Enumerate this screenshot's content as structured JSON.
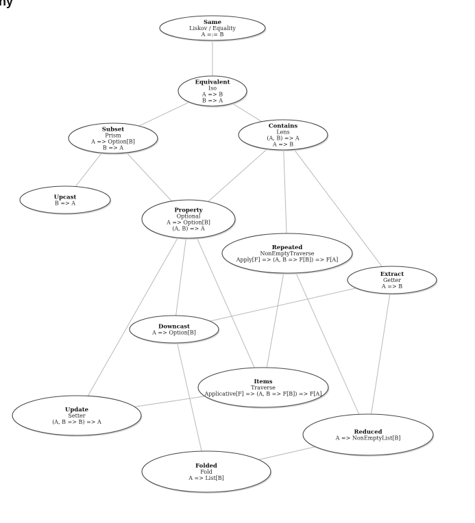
{
  "corner_fragment": "ny",
  "nodes": [
    {
      "id": "same",
      "title": "Same",
      "lines": [
        "Liskov / Equality",
        "A =:= B"
      ]
    },
    {
      "id": "equivalent",
      "title": "Equivalent",
      "lines": [
        "Iso",
        "A => B",
        "B => A"
      ]
    },
    {
      "id": "subset",
      "title": "Subset",
      "lines": [
        "Prism",
        "A => Option[B]",
        "B => A"
      ]
    },
    {
      "id": "contains",
      "title": "Contains",
      "lines": [
        "Lens",
        "(A, B) => A",
        "A => B"
      ]
    },
    {
      "id": "upcast",
      "title": "Upcast",
      "lines": [
        "B => A"
      ]
    },
    {
      "id": "property",
      "title": "Property",
      "lines": [
        "Optional",
        "A => Option[B]",
        "(A, B) => A"
      ]
    },
    {
      "id": "repeated",
      "title": "Repeated",
      "lines": [
        "NonEmptyTraverse",
        "Apply[F] => (A, B => F[B]) => F[A]"
      ]
    },
    {
      "id": "extract",
      "title": "Extract",
      "lines": [
        "Getter",
        "A => B"
      ]
    },
    {
      "id": "downcast",
      "title": "Downcast",
      "lines": [
        "A => Option[B]"
      ]
    },
    {
      "id": "items",
      "title": "Items",
      "lines": [
        "Traverse",
        "Applicative[F] => (A, B => F[B]) => F[A]"
      ]
    },
    {
      "id": "update",
      "title": "Update",
      "lines": [
        "Setter",
        "(A, B => B) => A"
      ]
    },
    {
      "id": "reduced",
      "title": "Reduced",
      "lines": [
        "A => NonEmptyList[B]"
      ]
    },
    {
      "id": "folded",
      "title": "Folded",
      "lines": [
        "Fold",
        "A => List[B]"
      ]
    }
  ],
  "edges": [
    [
      "same",
      "equivalent"
    ],
    [
      "equivalent",
      "subset"
    ],
    [
      "equivalent",
      "contains"
    ],
    [
      "subset",
      "upcast"
    ],
    [
      "subset",
      "property"
    ],
    [
      "contains",
      "property"
    ],
    [
      "contains",
      "repeated"
    ],
    [
      "contains",
      "extract"
    ],
    [
      "property",
      "downcast"
    ],
    [
      "property",
      "update"
    ],
    [
      "property",
      "items"
    ],
    [
      "repeated",
      "items"
    ],
    [
      "repeated",
      "reduced"
    ],
    [
      "extract",
      "downcast"
    ],
    [
      "extract",
      "reduced"
    ],
    [
      "downcast",
      "folded"
    ],
    [
      "items",
      "update"
    ],
    [
      "reduced",
      "folded"
    ]
  ]
}
